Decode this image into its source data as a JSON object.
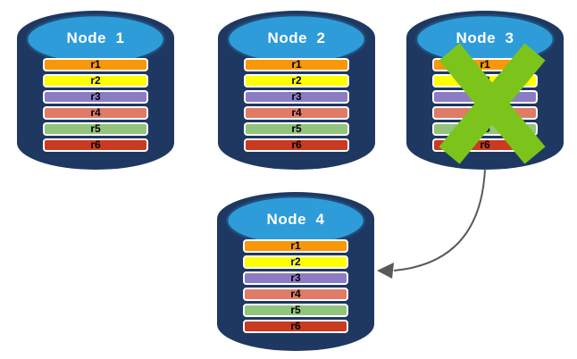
{
  "diagram": {
    "colors": {
      "cylinder_body": "#1F3862",
      "cylinder_top": "#2E9CD9",
      "cylinder_top_border": "#1F4E79",
      "title_text": "#FFFFFF",
      "row_border": "#FFFFFF",
      "row_text": "#000000",
      "x_mark": "#7CC41C",
      "arrow": "#595959"
    },
    "nodes": [
      {
        "title": "Node  1",
        "failed": false,
        "rows": [
          {
            "label": "r1",
            "color": "#F79709"
          },
          {
            "label": "r2",
            "color": "#FFFF00"
          },
          {
            "label": "r3",
            "color": "#8B7CC3"
          },
          {
            "label": "r4",
            "color": "#DF7B67"
          },
          {
            "label": "r5",
            "color": "#93C47D"
          },
          {
            "label": "r6",
            "color": "#C93A21"
          }
        ]
      },
      {
        "title": "Node  2",
        "failed": false,
        "rows": [
          {
            "label": "r1",
            "color": "#F79709"
          },
          {
            "label": "r2",
            "color": "#FFFF00"
          },
          {
            "label": "r3",
            "color": "#8B7CC3"
          },
          {
            "label": "r4",
            "color": "#DF7B67"
          },
          {
            "label": "r5",
            "color": "#93C47D"
          },
          {
            "label": "r6",
            "color": "#C93A21"
          }
        ]
      },
      {
        "title": "Node  3",
        "failed": true,
        "rows": [
          {
            "label": "r1",
            "color": "#F79709"
          },
          {
            "label": "r2",
            "color": "#FFFF00"
          },
          {
            "label": "r3",
            "color": "#8B7CC3"
          },
          {
            "label": "r4",
            "color": "#DF7B67"
          },
          {
            "label": "r5",
            "color": "#93C47D"
          },
          {
            "label": "r6",
            "color": "#C93A21"
          }
        ]
      },
      {
        "title": "Node  4",
        "failed": false,
        "rows": [
          {
            "label": "r1",
            "color": "#F79709"
          },
          {
            "label": "r2",
            "color": "#FFFF00"
          },
          {
            "label": "r3",
            "color": "#8B7CC3"
          },
          {
            "label": "r4",
            "color": "#DF7B67"
          },
          {
            "label": "r5",
            "color": "#93C47D"
          },
          {
            "label": "r6",
            "color": "#C93A21"
          }
        ]
      }
    ]
  }
}
